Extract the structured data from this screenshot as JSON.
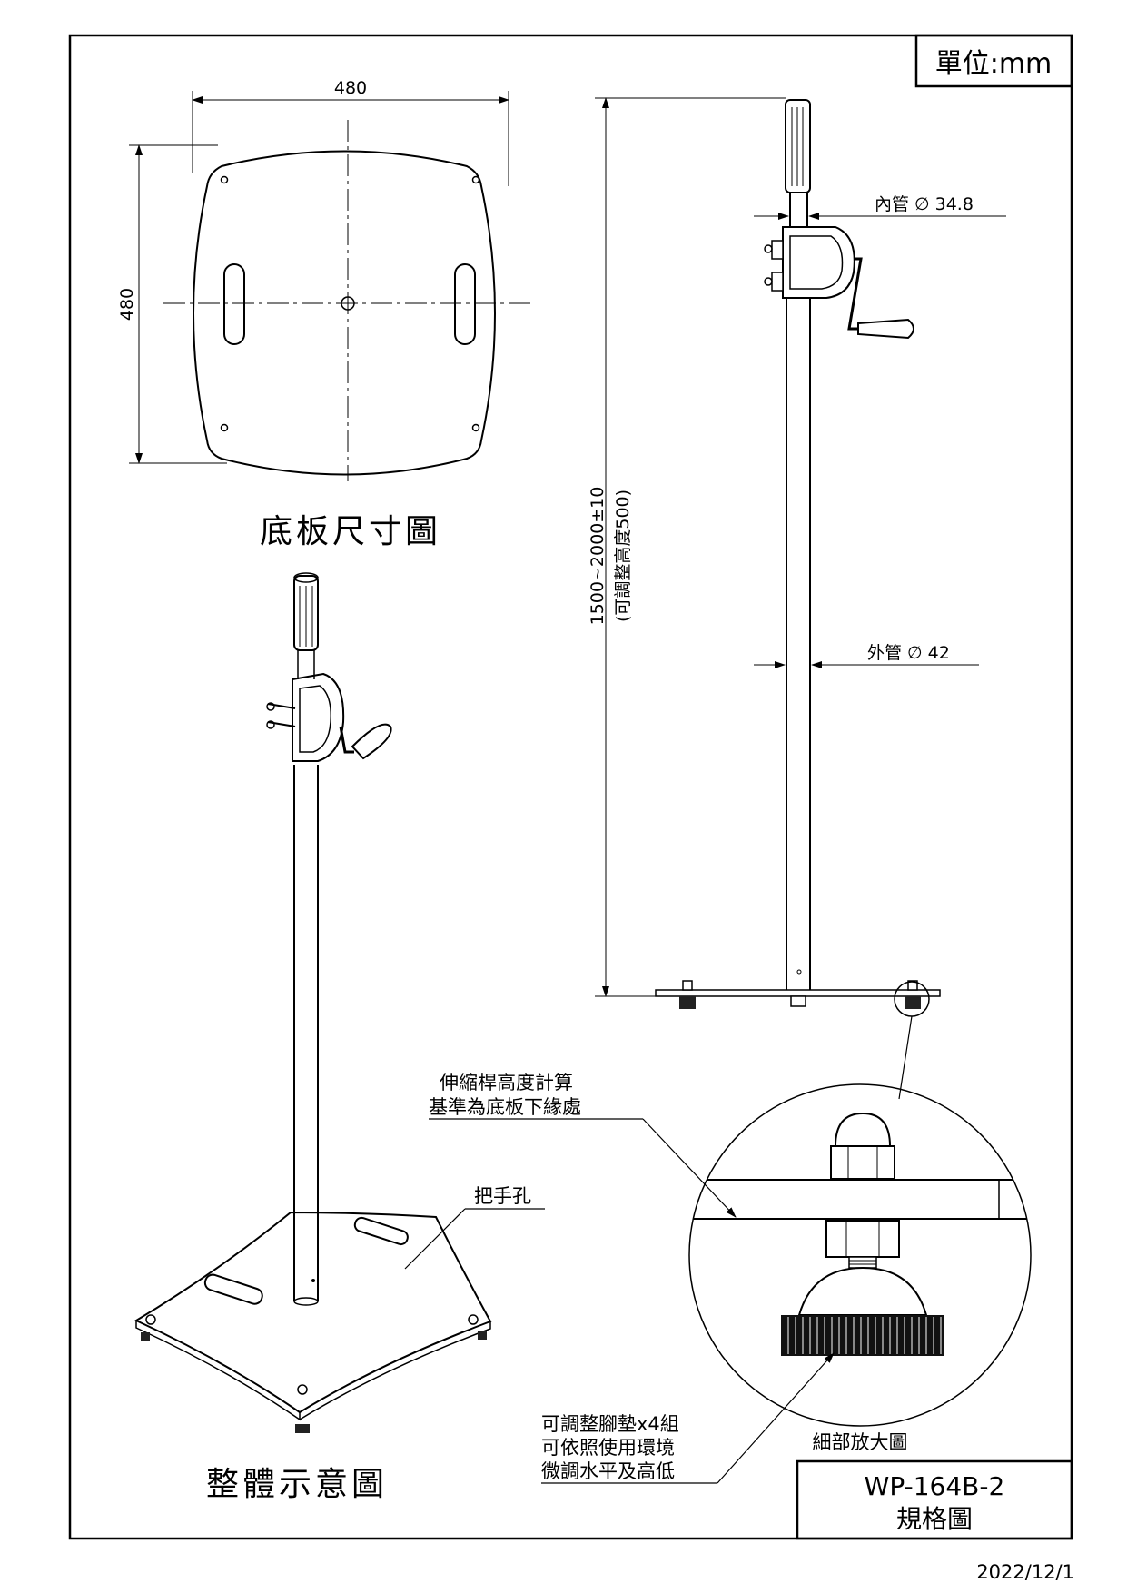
{
  "unit_label": "單位:mm",
  "baseplate": {
    "title": "底板尺寸圖",
    "width_dim": "480",
    "height_dim": "480"
  },
  "overall": {
    "title": "整體示意圖"
  },
  "side_view": {
    "height_dim": "1500~2000±10",
    "height_note": "(可調整高度500)",
    "inner_tube": "內管 ∅ 34.8",
    "outer_tube": "外管 ∅ 42"
  },
  "callouts": {
    "reference_line1": "伸縮桿高度計算",
    "reference_line2": "基準為底板下緣處",
    "handle_hole": "把手孔",
    "feet_line1": "可調整腳墊x4組",
    "feet_line2": "可依照使用環境",
    "feet_line3": "微調水平及高低",
    "detail": "細部放大圖"
  },
  "title_block": {
    "model": "WP-164B-2",
    "name": "規格圖"
  },
  "date": "2022/12/1"
}
